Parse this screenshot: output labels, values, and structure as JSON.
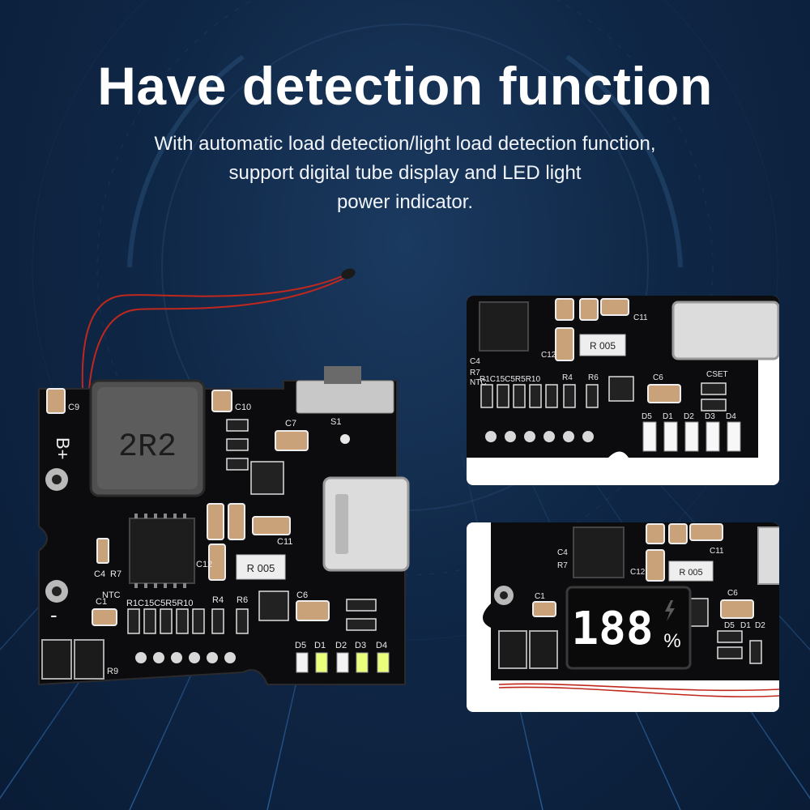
{
  "headline": "Have detection function",
  "description": {
    "line1": "With automatic load detection/light load detection function,",
    "line2": "support digital tube display and LED light",
    "line3": "power indicator."
  },
  "main_board": {
    "inductor_label": "2R2",
    "resistor_label": "R 005",
    "terminal_label": "B+",
    "minus_label": "-",
    "silk": {
      "c9": "C9",
      "c10": "C10",
      "c7": "C7",
      "s1": "S1",
      "c4": "C4",
      "r7": "R7",
      "c12": "C12",
      "c11": "C11",
      "ntc": "NTC",
      "row": "R1C15C5R5R10",
      "r4": "R4",
      "r6": "R6",
      "c6": "C6",
      "c1": "C1",
      "r9": "R9",
      "d5": "D5",
      "d1": "D1",
      "d2": "D2",
      "d3": "D3",
      "d4": "D4"
    }
  },
  "inset_top": {
    "resistor_label": "R 005",
    "silk": {
      "c4": "C4",
      "r7": "R7",
      "c12": "C12",
      "c11": "C11",
      "ntc": "NTC",
      "row": "R1C15C5R5R10",
      "r4": "R4",
      "r6": "R6",
      "c6": "C6",
      "cset": "CSET",
      "d5": "D5",
      "d1": "D1",
      "d2": "D2",
      "d3": "D3",
      "d4": "D4"
    }
  },
  "inset_bottom": {
    "display_digits": "188",
    "display_unit": "%",
    "resistor_label": "R 005",
    "silk": {
      "c4": "C4",
      "r7": "R7",
      "c12": "C12",
      "c11": "C11",
      "c6": "C6",
      "c1": "C1",
      "d5": "D5",
      "d1": "D1",
      "d2": "D2"
    }
  }
}
